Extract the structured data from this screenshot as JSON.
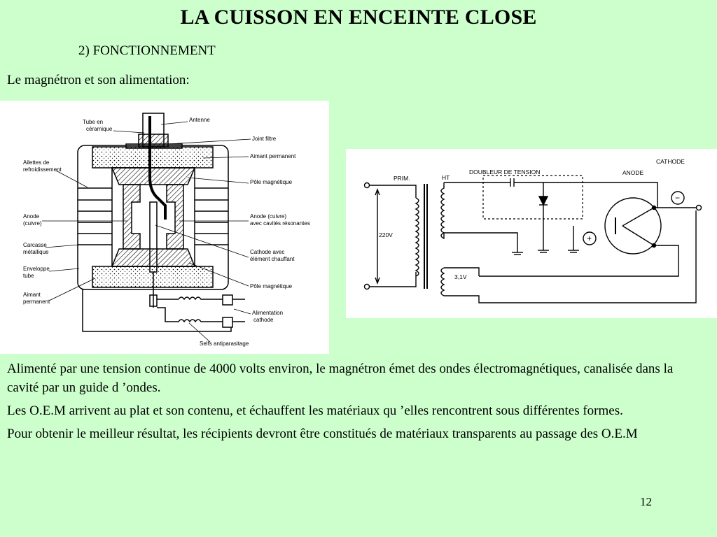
{
  "slide": {
    "title": "LA CUISSON EN ENCEINTE CLOSE",
    "subtitle": "2) FONCTIONNEMENT",
    "intro": "Le magnétron et son alimentation:",
    "paragraphs": [
      "Alimenté par une tension continue de 4000 volts environ, le magnétron émet des ondes électromagnétiques, canalisée dans la cavité par un guide d ’ondes.",
      "Les O.E.M  arrivent au plat et son contenu, et échauffent les matériaux qu ’elles rencontrent sous différentes formes.",
      "Pour obtenir le meilleur résultat, les récipients devront être constitués de matériaux transparents au passage des O.E.M"
    ],
    "page_number": "12"
  },
  "magnetron_diagram": {
    "labels": {
      "tube_ceramique_1": "Tube en",
      "tube_ceramique_2": "céramique",
      "antenne": "Antenne",
      "joint_filtre": "Joint filtre",
      "ailettes_1": "Ailettes de",
      "ailettes_2": "refroidissement",
      "aimant_permanent_top": "Aimant  permanent",
      "pole_top": "Pôle magnétique",
      "anode_left_1": "Anode",
      "anode_left_2": "(cuivre)",
      "anode_right_1": "Anode (cuivre)",
      "anode_right_2": "avec cavités résonantes",
      "carcasse_1": "Carcasse",
      "carcasse_2": "métallique",
      "cathode_1": "Cathode avec",
      "cathode_2": "élément chauffant",
      "enveloppe_1": "Enveloppe",
      "enveloppe_2": "tube",
      "pole_bottom": "Pôle magnétique",
      "aimant_left_1": "Aimant",
      "aimant_left_2": "permanent",
      "alim_1": "Alimentation",
      "alim_2": "cathode",
      "selfs": "Selfs antiparasitage"
    }
  },
  "circuit_diagram": {
    "labels": {
      "prim": "PRIM.",
      "ht": "HT",
      "doubleur": "DOUBLEUR DE TENSION",
      "anode": "ANODE",
      "cathode": "CATHODE",
      "v220": "220V",
      "v31": "3,1V",
      "minus": "−",
      "plus": "+"
    }
  },
  "colors": {
    "background": "#ccffcc",
    "figure_background": "#ffffff"
  }
}
